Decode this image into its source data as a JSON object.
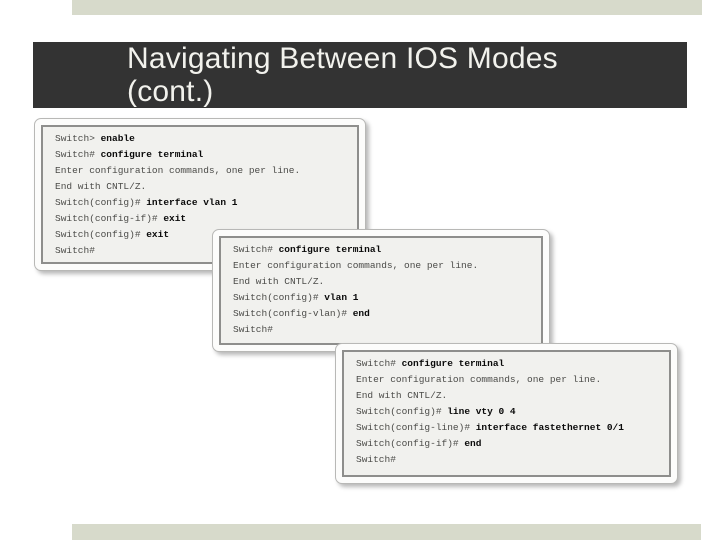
{
  "slide": {
    "title_line1": "Navigating Between IOS Modes",
    "title_line2": "(cont.)"
  },
  "colors": {
    "accent_bar": "#d7dacb",
    "title_bar_bg": "#333333",
    "title_text": "#f2f2ed",
    "terminal_frame": "#fcfcfb",
    "terminal_inner_border": "#8e8e8c",
    "terminal_bg": "#f1f1ee",
    "terminal_text": "#4b4b48",
    "terminal_bold_text": "#0a0a0a"
  },
  "terminals": [
    {
      "name": "exec-to-interface-mode-example",
      "lines": [
        [
          {
            "text": "Switch> ",
            "bold": false
          },
          {
            "text": "enable",
            "bold": true
          }
        ],
        [
          {
            "text": "Switch# ",
            "bold": false
          },
          {
            "text": "configure terminal",
            "bold": true
          }
        ],
        [
          {
            "text": "Enter configuration commands, one per line.",
            "bold": false
          }
        ],
        [
          {
            "text": "End with CNTL/Z.",
            "bold": false
          }
        ],
        [
          {
            "text": "Switch(config)# ",
            "bold": false
          },
          {
            "text": "interface vlan 1",
            "bold": true
          }
        ],
        [
          {
            "text": "Switch(config-if)# ",
            "bold": false
          },
          {
            "text": "exit",
            "bold": true
          }
        ],
        [
          {
            "text": "Switch(config)# ",
            "bold": false
          },
          {
            "text": "exit",
            "bold": true
          }
        ],
        [
          {
            "text": "Switch#",
            "bold": false
          }
        ]
      ]
    },
    {
      "name": "vlan-mode-example",
      "lines": [
        [
          {
            "text": "Switch# ",
            "bold": false
          },
          {
            "text": "configure terminal",
            "bold": true
          }
        ],
        [
          {
            "text": "Enter configuration commands, one per line.",
            "bold": false
          }
        ],
        [
          {
            "text": "End with CNTL/Z.",
            "bold": false
          }
        ],
        [
          {
            "text": "Switch(config)# ",
            "bold": false
          },
          {
            "text": "vlan 1",
            "bold": true
          }
        ],
        [
          {
            "text": "Switch(config-vlan)# ",
            "bold": false
          },
          {
            "text": "end",
            "bold": true
          }
        ],
        [
          {
            "text": "Switch#",
            "bold": false
          }
        ]
      ]
    },
    {
      "name": "line-to-interface-mode-example",
      "lines": [
        [
          {
            "text": "Switch# ",
            "bold": false
          },
          {
            "text": "configure terminal",
            "bold": true
          }
        ],
        [
          {
            "text": "Enter configuration commands, one per line.",
            "bold": false
          }
        ],
        [
          {
            "text": "End with CNTL/Z.",
            "bold": false
          }
        ],
        [
          {
            "text": "Switch(config)# ",
            "bold": false
          },
          {
            "text": "line vty 0 4",
            "bold": true
          }
        ],
        [
          {
            "text": "Switch(config-line)# ",
            "bold": false
          },
          {
            "text": "interface fastethernet 0/1",
            "bold": true
          }
        ],
        [
          {
            "text": "Switch(config-if)# ",
            "bold": false
          },
          {
            "text": "end",
            "bold": true
          }
        ],
        [
          {
            "text": "Switch#",
            "bold": false
          }
        ]
      ]
    }
  ]
}
